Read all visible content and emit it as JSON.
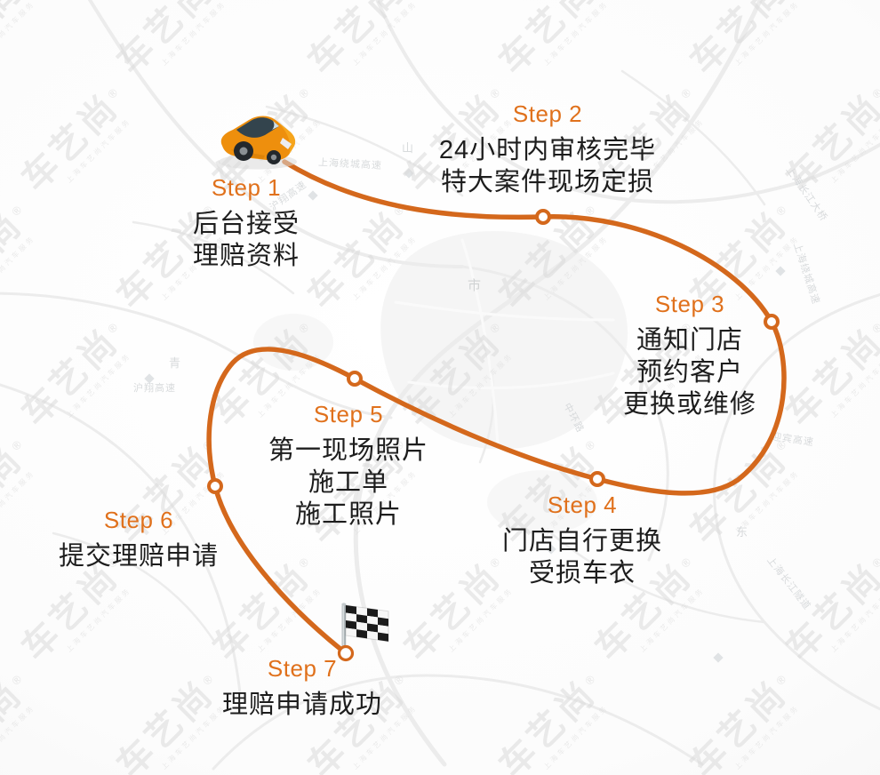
{
  "colors": {
    "route": "#D4681C",
    "step_label": "#E0711C",
    "text": "#1D1D1D",
    "car_body": "#EE8F0D",
    "watermark": "#DBDBDB"
  },
  "icons": {
    "start": "orange-car-icon",
    "finish": "checkered-flag-icon",
    "node": "route-node-circle"
  },
  "brand": {
    "watermark_text": "车艺尚",
    "watermark_reg": "®",
    "watermark_subtext": "上海车艺尚汽车服务"
  },
  "steps": [
    {
      "label": "Step 1",
      "lines": [
        "后台接受",
        "理赔资料"
      ]
    },
    {
      "label": "Step 2",
      "lines": [
        "24小时内审核完毕",
        "特大案件现场定损"
      ]
    },
    {
      "label": "Step 3",
      "lines": [
        "通知门店",
        "预约客户",
        "更换或维修"
      ]
    },
    {
      "label": "Step 4",
      "lines": [
        "门店自行更换",
        "受损车衣"
      ]
    },
    {
      "label": "Step 5",
      "lines": [
        "第一现场照片",
        "施工单",
        "施工照片"
      ]
    },
    {
      "label": "Step 6",
      "lines": [
        "提交理赔申请"
      ]
    },
    {
      "label": "Step 7",
      "lines": [
        "理赔申请成功"
      ]
    }
  ],
  "map": {
    "labels": [
      {
        "text": "上海绕城高速"
      },
      {
        "text": "沪翔高速"
      },
      {
        "text": "上海长江大桥"
      },
      {
        "text": "上海长江隧道"
      },
      {
        "text": "迎宾高速"
      },
      {
        "text": "中环路"
      },
      {
        "text": "市"
      },
      {
        "text": "山"
      },
      {
        "text": "东"
      },
      {
        "text": "青"
      }
    ]
  }
}
